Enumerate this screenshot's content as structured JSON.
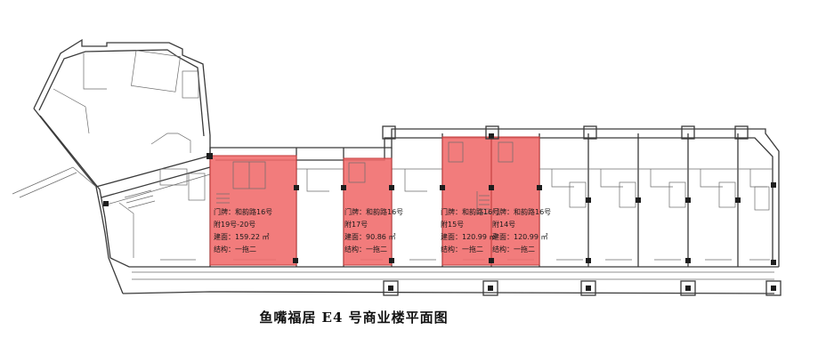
{
  "caption": "鱼嘴福居 E4 号商业楼平面图",
  "units": [
    {
      "id": "u19-20",
      "lines": [
        "门牌：和韵路16号",
        "附19号-20号",
        "建面：159.22 ㎡",
        "结构：一拖二"
      ]
    },
    {
      "id": "u17",
      "lines": [
        "门牌：和韵路16号",
        "附17号",
        "建面：90.86 ㎡",
        "结构：一拖二"
      ]
    },
    {
      "id": "u15",
      "lines": [
        "门牌：和韵路16号",
        "附15号",
        "建面：120.99 ㎡",
        "结构：一拖二"
      ]
    },
    {
      "id": "u14",
      "lines": [
        "门牌：和韵路16号",
        "附14号",
        "建面：120.99 ㎡",
        "结构：一拖二"
      ]
    }
  ],
  "colors": {
    "highlight": "#f06a6a",
    "wall": "#3a3a3a"
  }
}
